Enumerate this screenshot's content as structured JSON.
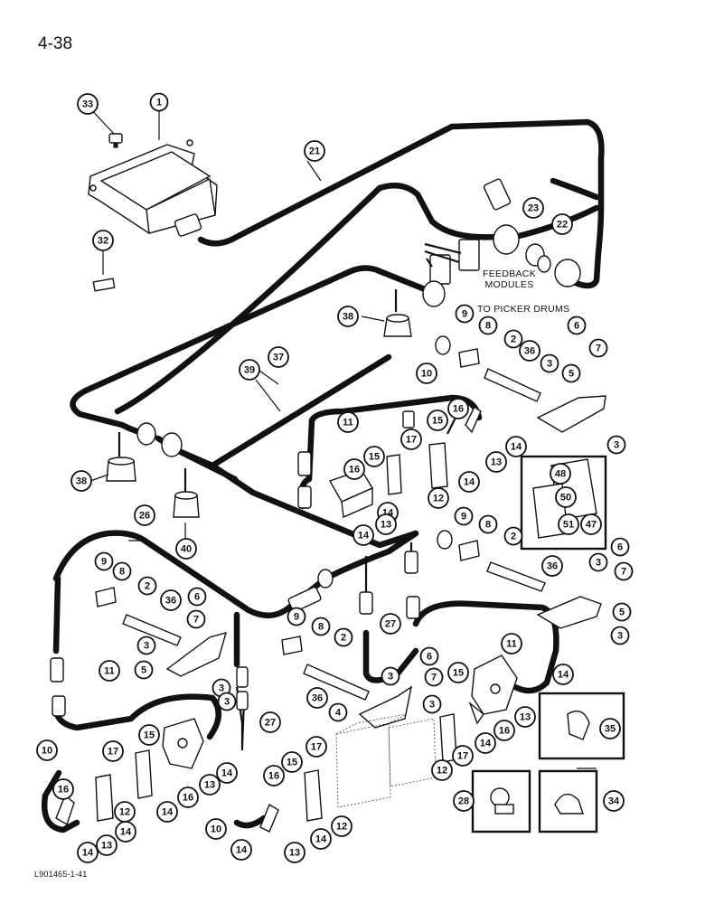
{
  "page": {
    "number": "4-38",
    "reference": "L901465-1-41"
  },
  "labels": {
    "feedback_modules": [
      "FEEDBACK",
      "MODULES"
    ],
    "to_picker_drums": "TO PICKER DRUMS"
  },
  "callouts": [
    {
      "id": "c-33",
      "n": "33"
    },
    {
      "id": "c-1",
      "n": "1"
    },
    {
      "id": "c-21",
      "n": "21"
    },
    {
      "id": "c-23",
      "n": "23"
    },
    {
      "id": "c-22",
      "n": "22"
    },
    {
      "id": "c-32",
      "n": "32"
    },
    {
      "id": "c-38a",
      "n": "38"
    },
    {
      "id": "c-37",
      "n": "37"
    },
    {
      "id": "c-9a",
      "n": "9"
    },
    {
      "id": "c-8a",
      "n": "8"
    },
    {
      "id": "c-2a",
      "n": "2"
    },
    {
      "id": "c-36a",
      "n": "36"
    },
    {
      "id": "c-6a",
      "n": "6"
    },
    {
      "id": "c-7a",
      "n": "7"
    },
    {
      "id": "c-3a",
      "n": "3"
    },
    {
      "id": "c-5a",
      "n": "5"
    },
    {
      "id": "c-3b",
      "n": "3"
    },
    {
      "id": "c-39",
      "n": "39"
    },
    {
      "id": "c-10a",
      "n": "10"
    },
    {
      "id": "c-16a",
      "n": "16"
    },
    {
      "id": "c-15a",
      "n": "15"
    },
    {
      "id": "c-14a",
      "n": "14"
    },
    {
      "id": "c-13a",
      "n": "13"
    },
    {
      "id": "c-11a",
      "n": "11"
    },
    {
      "id": "c-15b",
      "n": "15"
    },
    {
      "id": "c-17a",
      "n": "17"
    },
    {
      "id": "c-14b",
      "n": "14"
    },
    {
      "id": "c-16b",
      "n": "16"
    },
    {
      "id": "c-12a",
      "n": "12"
    },
    {
      "id": "c-14c",
      "n": "14"
    },
    {
      "id": "c-13b",
      "n": "13"
    },
    {
      "id": "c-14d",
      "n": "14"
    },
    {
      "id": "c-48",
      "n": "48"
    },
    {
      "id": "c-50",
      "n": "50"
    },
    {
      "id": "c-51",
      "n": "51"
    },
    {
      "id": "c-47",
      "n": "47"
    },
    {
      "id": "c-38b",
      "n": "38"
    },
    {
      "id": "c-40",
      "n": "40"
    },
    {
      "id": "c-26",
      "n": "26"
    },
    {
      "id": "c-9b",
      "n": "9"
    },
    {
      "id": "c-8b",
      "n": "8"
    },
    {
      "id": "c-2b",
      "n": "2"
    },
    {
      "id": "c-36b",
      "n": "36"
    },
    {
      "id": "c-6b",
      "n": "6"
    },
    {
      "id": "c-7b",
      "n": "7"
    },
    {
      "id": "c-3c",
      "n": "3"
    },
    {
      "id": "c-5b",
      "n": "5"
    },
    {
      "id": "c-3d",
      "n": "3"
    },
    {
      "id": "c-9c",
      "n": "9"
    },
    {
      "id": "c-8c",
      "n": "8"
    },
    {
      "id": "c-2c",
      "n": "2"
    },
    {
      "id": "c-36c",
      "n": "36"
    },
    {
      "id": "c-6c",
      "n": "6"
    },
    {
      "id": "c-7c",
      "n": "7"
    },
    {
      "id": "c-3e",
      "n": "3"
    },
    {
      "id": "c-5c",
      "n": "5"
    },
    {
      "id": "c-3f",
      "n": "3"
    },
    {
      "id": "c-9d",
      "n": "9"
    },
    {
      "id": "c-8d",
      "n": "8"
    },
    {
      "id": "c-27a",
      "n": "27"
    },
    {
      "id": "c-2d",
      "n": "2"
    },
    {
      "id": "c-6d",
      "n": "6"
    },
    {
      "id": "c-7d",
      "n": "7"
    },
    {
      "id": "c-3g",
      "n": "3"
    },
    {
      "id": "c-36d",
      "n": "36"
    },
    {
      "id": "c-4",
      "n": "4"
    },
    {
      "id": "c-3h",
      "n": "3"
    },
    {
      "id": "c-11b",
      "n": "11"
    },
    {
      "id": "c-15c",
      "n": "15"
    },
    {
      "id": "c-14e",
      "n": "14"
    },
    {
      "id": "c-16c",
      "n": "16"
    },
    {
      "id": "c-13c",
      "n": "13"
    },
    {
      "id": "c-14f",
      "n": "14"
    },
    {
      "id": "c-17b",
      "n": "17"
    },
    {
      "id": "c-12b",
      "n": "12"
    },
    {
      "id": "c-3i",
      "n": "3"
    },
    {
      "id": "c-11c",
      "n": "11"
    },
    {
      "id": "c-27b",
      "n": "27"
    },
    {
      "id": "c-10b",
      "n": "10"
    },
    {
      "id": "c-17c",
      "n": "17"
    },
    {
      "id": "c-15d",
      "n": "15"
    },
    {
      "id": "c-16d",
      "n": "16"
    },
    {
      "id": "c-14g",
      "n": "14"
    },
    {
      "id": "c-13d",
      "n": "13"
    },
    {
      "id": "c-14h",
      "n": "14"
    },
    {
      "id": "c-12c",
      "n": "12"
    },
    {
      "id": "c-16e",
      "n": "16"
    },
    {
      "id": "c-14i",
      "n": "14"
    },
    {
      "id": "c-13e",
      "n": "13"
    },
    {
      "id": "c-14j",
      "n": "14"
    },
    {
      "id": "c-16f",
      "n": "16"
    },
    {
      "id": "c-15e",
      "n": "15"
    },
    {
      "id": "c-17d",
      "n": "17"
    },
    {
      "id": "c-14k",
      "n": "14"
    },
    {
      "id": "c-12d",
      "n": "12"
    },
    {
      "id": "c-10c",
      "n": "10"
    },
    {
      "id": "c-14l",
      "n": "14"
    },
    {
      "id": "c-13f",
      "n": "13"
    },
    {
      "id": "c-35",
      "n": "35"
    },
    {
      "id": "c-28",
      "n": "28"
    },
    {
      "id": "c-34",
      "n": "34"
    }
  ]
}
